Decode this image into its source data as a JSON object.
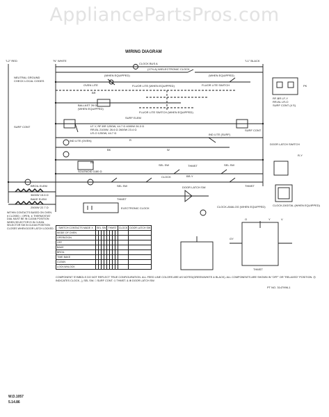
{
  "watermark": "AppliancePartsPros.com",
  "title": "WIRING DIAGRAM",
  "lines": {
    "l2": "\"L2\" RED",
    "n": "\"N\" WHITE",
    "l1": "\"L1\" BLACK"
  },
  "labels": {
    "neutral": "NEUTRAL GROUND",
    "check_codes": "CHECK LOCAL CODES",
    "clock_bus": "CLOCK BUS A",
    "clock_bus_sub": "(17½ A) W/ELECTRONIC CLOCK",
    "when_equipped_1": "(WHEN EQUIPPED)",
    "when_equipped_2": "(WHEN EQUIPPED)",
    "oven_lite": "OVEN LITE",
    "fluor_lite": "FLUOR LITE (WHEN EQUIPPED)",
    "fluor_lite_switch": "FLUOR LITE SWITCH",
    "ballast": "BALLAST 26 Ω",
    "ballast_sub": "(WHEN EQUIPPED)",
    "fluor_lite_switch_2": "FLUOR LITE SWITCH (WHEN EQUIPPED)",
    "surf_cont_l": "SURF CONT",
    "surf_cont_r": "SURF CONT",
    "surf_elem": "SURF ELEM",
    "spec_1": "LF-Y, RF-BR  1250W, 44.7 Ω 4000W 26.3 Ω",
    "spec_2": "RR-BL  2100W, 26.6 Ω 2600W 23.4 Ω",
    "spec_3": "LR-O  1250W, 44.7 Ω",
    "ind_lite": "IND LITE (SURF)",
    "ind_lite_oven": "IND LITE (OVEN)",
    "door_latch_switch": "DOOR LATCH SWITCH",
    "solenoid": "SOLENOID 1180 Ω",
    "sel_sw_1": "SEL SW",
    "sel_sw_2": "SEL SW",
    "sel_sw_3": "SEL SW",
    "thmst_1": "THMST",
    "thmst_2": "THMST",
    "thmst_3": "THMST",
    "clock": "CLOCK",
    "broil_elem": "BROIL ELEM",
    "broil_spec": "3600W 15.6 Ω",
    "bake_elem": "BAKE ELEM",
    "bake_spec": "2500W 22.7 Ω",
    "door_latch_sw": "DOOR LATCH SW",
    "electronic_clock": "ELECTRONIC CLOCK",
    "clock_analog": "CLOCK-ANALOG (WHEN EQUIPPED)",
    "clock_digital": "CLOCK-DIGITAL (WHEN EQUIPPED)",
    "rf_lf": "RF-BR LF-Y",
    "rr_lr": "RR-BL LR-O",
    "surf_cont_lbl": "SURF CONT (4 S)",
    "thmst_br": "THMST",
    "pt_no": "PT NO. 3147996-1",
    "wd": "W.D.1057",
    "date": "5.14.86"
  },
  "wire_colors": [
    "BR",
    "R",
    "BK",
    "W",
    "BL",
    "R-Y",
    "BR-Y",
    "V",
    "O",
    "PK",
    "Y",
    "GY"
  ],
  "notes": "WITHIN CONTACTS BASED ON OVEN. ● CLOSED ○ OPEN. ∗ THERMOSTAT DIAL MUST BE IN CLEAN POSITION WHEN SELECTOR IS IN CLEAN. SELECTOR SW IN CLEAN POSITION CLOSES WHEN DOOR LATCH LOCKED.",
  "switch_table": {
    "headers": [
      "SWITCH CONTACTS MADE X",
      "SEL SW",
      "THMST",
      "CLOCK",
      "DOOR LATCH SW"
    ],
    "rows": [
      "MODE OF OVEN",
      "OPERATION",
      "OFF",
      "BAKE",
      "BROIL",
      "TIME BAKE",
      "CLEAN",
      "LOCK/UNLOCK"
    ]
  },
  "caption": "COMPONENT SYMBOLS DO NOT REFLECT TRUE CONFIGURATION. ALL FEED LINE COLORS ARE AS NOTED(GREEN/WHITE & BLACK). ALL COMPONENTS ARE SHOWN IN \"OFF\" OR \"RELAXED\" POSITION. ◎ INDICATES CLOCK. △ SEL SW. □ SURF CONT. ◇ THMST. & ⊗ DOOR LATCH SW."
}
